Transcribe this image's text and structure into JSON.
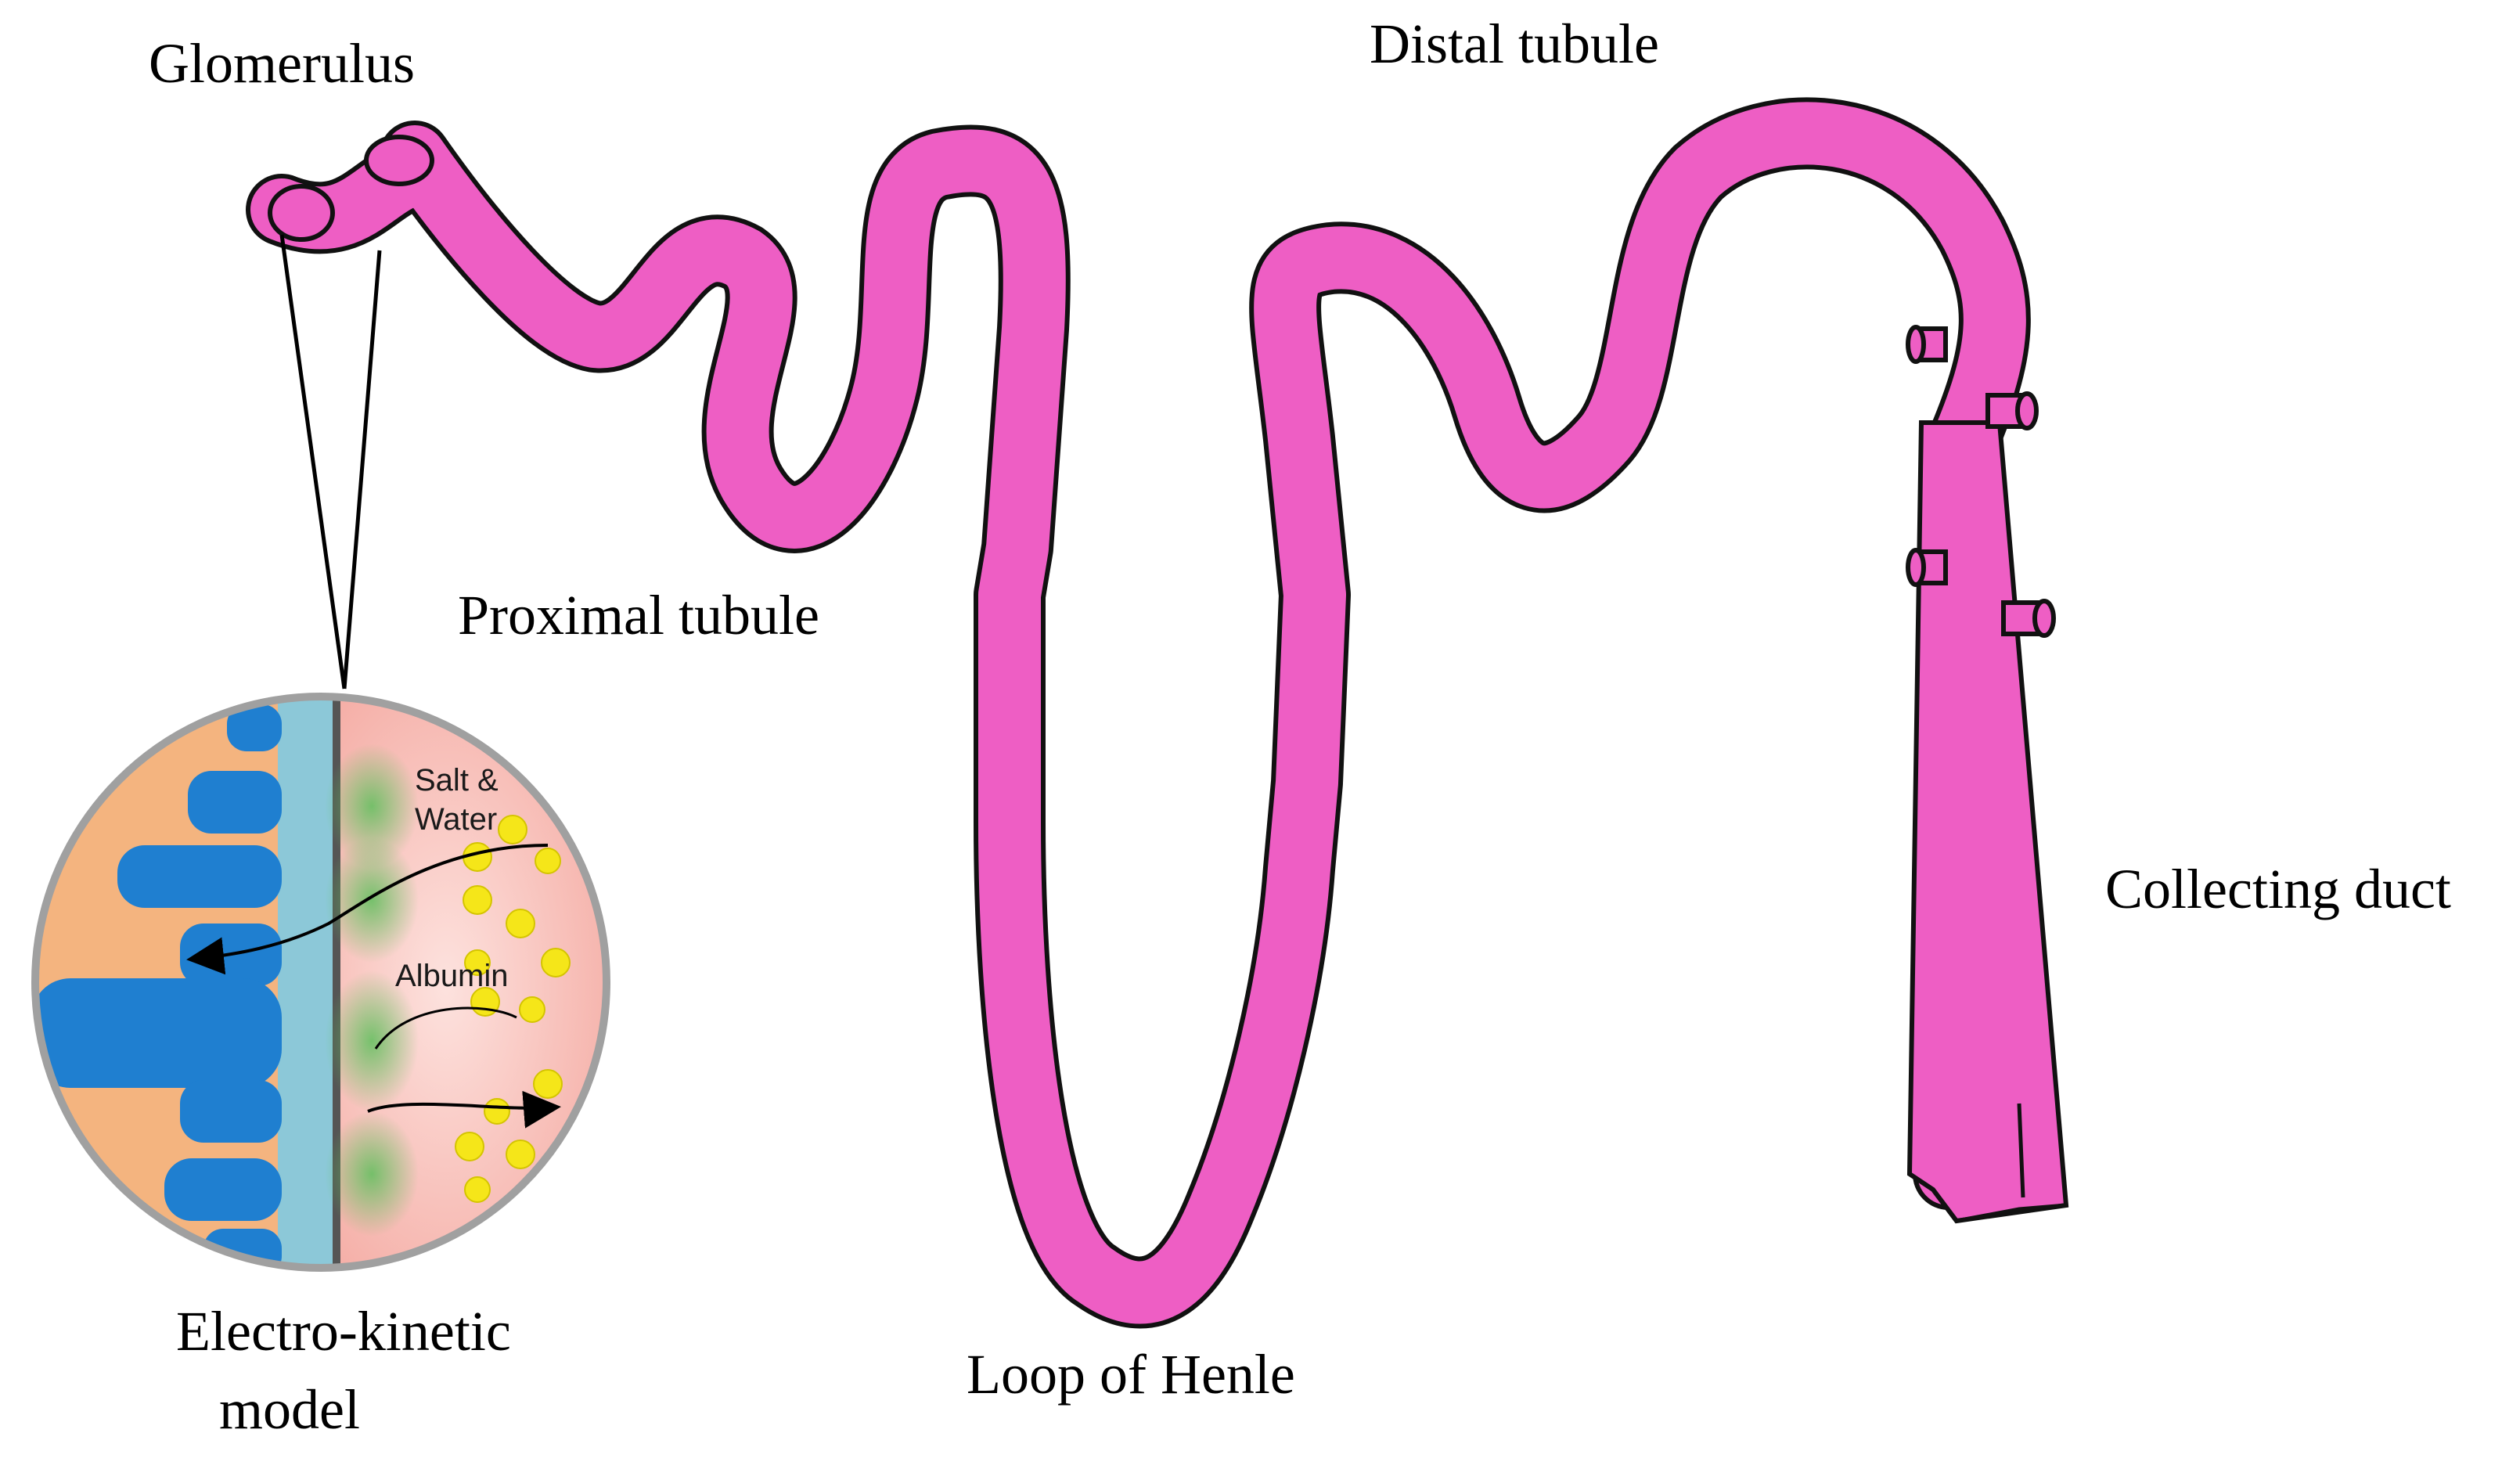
{
  "labels": {
    "glomerulus": "Glomerulus",
    "distal_tubule": "Distal tubule",
    "proximal_tubule": "Proximal tubule",
    "collecting_duct": "Collecting duct",
    "loop_of_henle": "Loop of Henle",
    "electro_kinetic_line1": "Electro-kinetic",
    "electro_kinetic_line2": "model"
  },
  "inset": {
    "salt_line1": "Salt &",
    "salt_line2": "Water",
    "albumin": "Albumin"
  },
  "colors": {
    "tubule": "#ee5ec4",
    "outline": "#111111",
    "membrane": "#8cc8d8",
    "podocyte": "#1f7fd0",
    "albumin": "#f5e619",
    "glycocalyx": "#3d9a4a",
    "inset_left": "#f4b47f",
    "inset_right": "#f7a9a0"
  },
  "icons": [
    "arrow-icon"
  ]
}
